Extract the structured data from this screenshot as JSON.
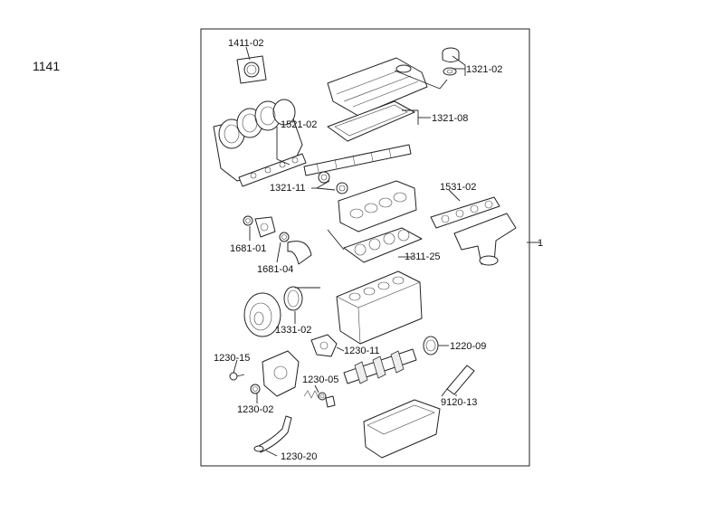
{
  "diagram_id": "1141",
  "assembly_label": "1",
  "parts": [
    {
      "id": "p1411",
      "label": "1411-02"
    },
    {
      "id": "p1321a",
      "label": "1321-02"
    },
    {
      "id": "p1521",
      "label": "1521-02"
    },
    {
      "id": "p1321b",
      "label": "1321-08"
    },
    {
      "id": "p1321c",
      "label": "1321-11"
    },
    {
      "id": "p1531",
      "label": "1531-02"
    },
    {
      "id": "p1681a",
      "label": "1681-01"
    },
    {
      "id": "p1311",
      "label": "1311-25"
    },
    {
      "id": "p1681b",
      "label": "1681-04"
    },
    {
      "id": "p1331",
      "label": "1331-02"
    },
    {
      "id": "p1230a",
      "label": "1230-11"
    },
    {
      "id": "p1220",
      "label": "1220-09"
    },
    {
      "id": "p1230b",
      "label": "1230-15"
    },
    {
      "id": "p1230c",
      "label": "1230-05"
    },
    {
      "id": "p9120",
      "label": "9120-13"
    },
    {
      "id": "p1230d",
      "label": "1230-02"
    },
    {
      "id": "p1230e",
      "label": "1230-20"
    }
  ]
}
